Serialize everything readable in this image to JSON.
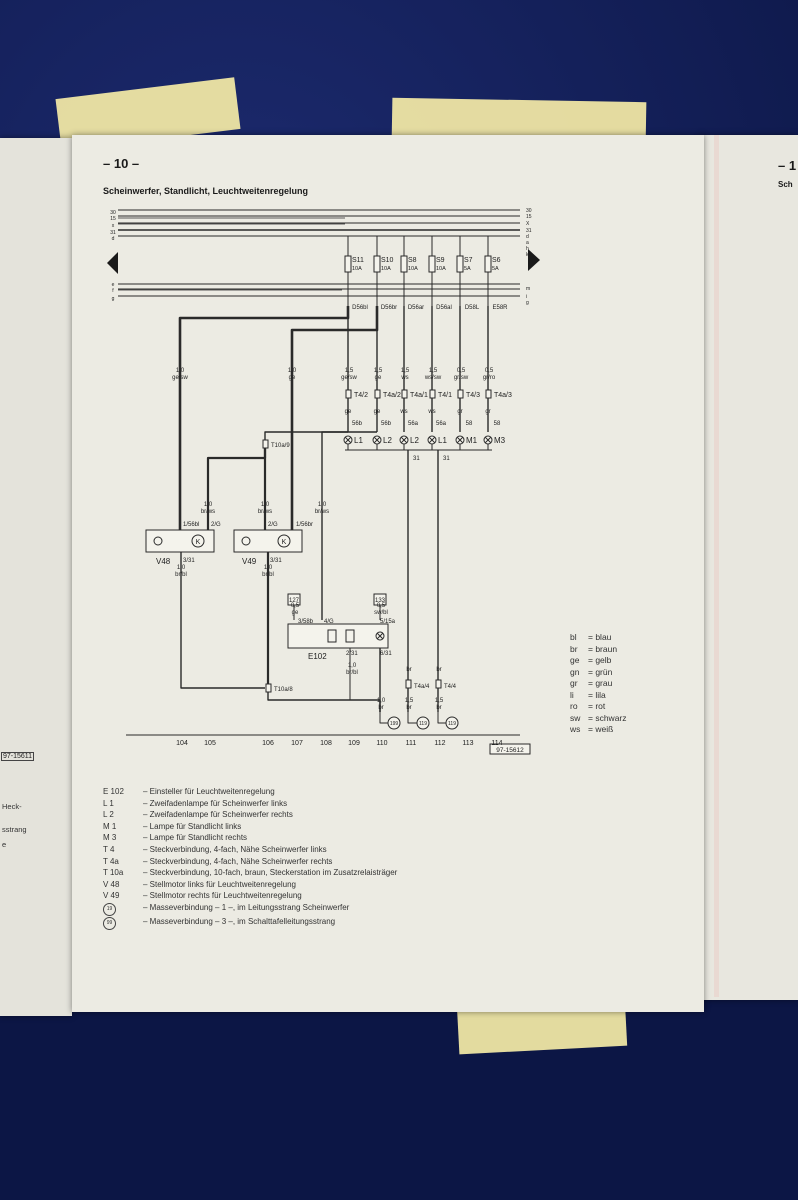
{
  "page_title": "– 10 –",
  "heading": "Scheinwerfer, Standlicht, Leuchtweitenregelung",
  "right_page": {
    "title": "– 1",
    "subtitle": "Sch"
  },
  "left_page": {
    "snippets": [
      "Heck-",
      "sstrang",
      "e"
    ],
    "tag": "97-15611"
  },
  "bus_left": [
    "30",
    "15",
    "x",
    "31",
    "d",
    "e",
    "f",
    "g"
  ],
  "bus_right": [
    "30",
    "15",
    "X",
    "31",
    "d",
    "a",
    "h",
    "k",
    "m",
    "i",
    "g"
  ],
  "fuses": [
    {
      "id": "S11",
      "amp": "10A"
    },
    {
      "id": "S10",
      "amp": "10A"
    },
    {
      "id": "S8",
      "amp": "10A"
    },
    {
      "id": "S9",
      "amp": "10A"
    },
    {
      "id": "S7",
      "amp": "5A"
    },
    {
      "id": "S6",
      "amp": "5A"
    }
  ],
  "fuse_outputs": [
    "D56bl",
    "D56br",
    "D56ar",
    "D56al",
    "D58L",
    "E58R"
  ],
  "wire_labels": [
    {
      "size": "1,5",
      "color": "ge/sw"
    },
    {
      "size": "1,5",
      "color": "ge"
    },
    {
      "size": "1,5",
      "color": "ws"
    },
    {
      "size": "1,5",
      "color": "ws/sw"
    },
    {
      "size": "0,5",
      "color": "gr/sw"
    },
    {
      "size": "0,5",
      "color": "gr/ro"
    }
  ],
  "connectors": [
    "T4/2",
    "T4a/2",
    "T4a/1",
    "T4/1",
    "T4/3",
    "T4a/3"
  ],
  "wire_under": [
    "ge",
    "ge",
    "ws",
    "ws",
    "gr",
    "gr"
  ],
  "pins": [
    "56b",
    "56b",
    "56a",
    "56a",
    "58",
    "58"
  ],
  "lamps": [
    "L1",
    "L2",
    "L2",
    "L1",
    "M1",
    "M3"
  ],
  "ground_31": [
    "31",
    "31"
  ],
  "left_feeds": [
    {
      "size": "1,0",
      "color": "ge/sw"
    },
    {
      "size": "1,0",
      "color": "ge"
    }
  ],
  "t10a9": "T10a/9",
  "t10a8": "T10a/8",
  "brws_wires": [
    {
      "size": "1,0",
      "color": "br/ws"
    },
    {
      "size": "1,0",
      "color": "br/ws"
    },
    {
      "size": "1,0",
      "color": "br/ws"
    }
  ],
  "motor_pins": [
    "1/56bl",
    "2/G",
    "2/G",
    "1/56br"
  ],
  "motors": [
    "V48",
    "V49"
  ],
  "motor_ground_pins": [
    "3/31",
    "3/31"
  ],
  "motor_out_wires": [
    {
      "size": "1,0",
      "color": "br/bl"
    },
    {
      "size": "1,0",
      "color": "br/bl"
    }
  ],
  "boxes": [
    "127",
    "133"
  ],
  "adjuster_wires": [
    {
      "size": "0,5",
      "color": "ge"
    },
    {
      "size": "0,5",
      "color": "sw/bl"
    }
  ],
  "adjuster_pins": [
    "3/58b",
    "4/G",
    "5/15a"
  ],
  "adjuster": "E102",
  "adjuster_bottom_pins": [
    "2/31",
    "6/31"
  ],
  "adjuster_out_wire": {
    "size": "1,0",
    "color": "br/bl"
  },
  "ground_wires": [
    {
      "size": "1,0",
      "color": "br"
    },
    {
      "size": "1,5",
      "color": "br"
    },
    {
      "size": "1,5",
      "color": "br"
    }
  ],
  "bottom_wire_labels": [
    "br",
    "br"
  ],
  "ground_connectors": [
    "T4a/4",
    "T4/4"
  ],
  "ground_points": [
    "199",
    "119",
    "119"
  ],
  "track_numbers": [
    "104",
    "105",
    "106",
    "107",
    "108",
    "109",
    "110",
    "111",
    "112",
    "113",
    "114"
  ],
  "diagram_number": "97-15612",
  "color_codes": [
    {
      "code": "bl",
      "name": "blau"
    },
    {
      "code": "br",
      "name": "braun"
    },
    {
      "code": "ge",
      "name": "gelb"
    },
    {
      "code": "gn",
      "name": "grün"
    },
    {
      "code": "gr",
      "name": "grau"
    },
    {
      "code": "li",
      "name": "lila"
    },
    {
      "code": "ro",
      "name": "rot"
    },
    {
      "code": "sw",
      "name": "schwarz"
    },
    {
      "code": "ws",
      "name": "weiß"
    }
  ],
  "components": [
    {
      "code": "E 102",
      "desc": "– Einsteller für Leuchtweitenregelung"
    },
    {
      "code": "L 1",
      "desc": "– Zweifadenlampe für Scheinwerfer links"
    },
    {
      "code": "L 2",
      "desc": "– Zweifadenlampe für Scheinwerfer rechts"
    },
    {
      "code": "M 1",
      "desc": "– Lampe für Standlicht links"
    },
    {
      "code": "M 3",
      "desc": "– Lampe für Standlicht rechts"
    },
    {
      "code": "T 4",
      "desc": "– Steckverbindung, 4-fach, Nähe Scheinwerfer links"
    },
    {
      "code": "T 4a",
      "desc": "– Steckverbindung, 4-fach, Nähe Scheinwerfer rechts"
    },
    {
      "code": "T 10a",
      "desc": "– Steckverbindung, 10-fach, braun, Steckerstation im Zusatzrelaisträger"
    },
    {
      "code": "V 48",
      "desc": "– Stellmotor links für Leuchtweitenregelung"
    },
    {
      "code": "V 49",
      "desc": "– Stellmotor rechts für Leuchtweitenregelung"
    },
    {
      "code": "19",
      "desc": "– Masseverbindung – 1 –, im Leitungsstrang Scheinwerfer"
    },
    {
      "code": "99",
      "desc": "– Masseverbindung – 3 –, im Schalttafelleitungsstrang"
    }
  ]
}
